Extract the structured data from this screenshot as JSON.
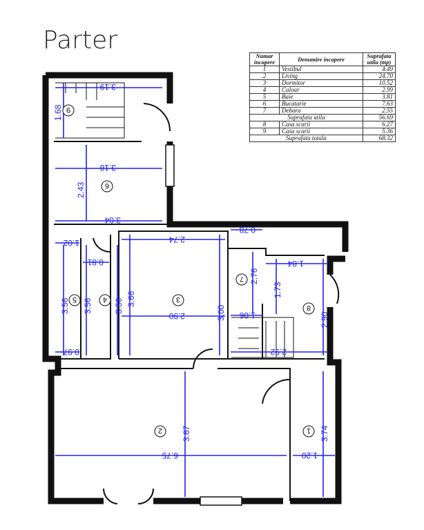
{
  "title": "Parter",
  "legend": {
    "headers": [
      "Numar incapere",
      "Denumire incapere",
      "Suprafata utila (mp)"
    ],
    "rows": [
      {
        "n": "1",
        "name": "Vestibul",
        "area": "4.49"
      },
      {
        "n": "2",
        "name": "Living",
        "area": "24.70"
      },
      {
        "n": "3",
        "name": "Dormitor",
        "area": "10.52"
      },
      {
        "n": "4",
        "name": "Culoar",
        "area": "2.99"
      },
      {
        "n": "5",
        "name": "Baie",
        "area": "3.81"
      },
      {
        "n": "6",
        "name": "Bucatarie",
        "area": "7.63"
      },
      {
        "n": "7",
        "name": "Debara",
        "area": "2.55"
      }
    ],
    "subtotal": {
      "label": "Suprafata utila",
      "area": "56.69"
    },
    "rows2": [
      {
        "n": "8",
        "name": "Casa scarii",
        "area": "6.27"
      },
      {
        "n": "9",
        "name": "Casa scarii",
        "area": "5.36"
      }
    ],
    "total": {
      "label": "Suprafata totala",
      "area": "68.32"
    }
  },
  "plan": {
    "rooms": [
      "1",
      "2",
      "3",
      "4",
      "5",
      "6",
      "7",
      "8",
      "9"
    ],
    "dims": {
      "r9_w": "3.19",
      "r9_h": "1.68",
      "r6_w_top": "3.18",
      "r6_h": "2.43",
      "r6_w_bot": "3.04",
      "r5_w_top": "1.02",
      "r5_h1": "3.56",
      "r5_h2": "3.56",
      "r5_w_bot": "0.97",
      "r4_h": "3.56",
      "r4_w": "0.81",
      "r3_w_top": "2.74",
      "r3_h_left": "3.66",
      "r3_w_mid": "2.90",
      "r3_h_right": "3.00",
      "r7_w_top": "0.78",
      "r7_h": "2.76",
      "r7_h2": "1.73",
      "r7_w_mid": "1.06",
      "r8_w_top": "1.84",
      "r8_h": "2.90",
      "r8_w_bot": "2.92",
      "r2_h": "3.67",
      "r2_w": "6.75",
      "r1_h": "3.74",
      "r1_w": "1.20"
    },
    "dim_color": "#2020ee"
  }
}
